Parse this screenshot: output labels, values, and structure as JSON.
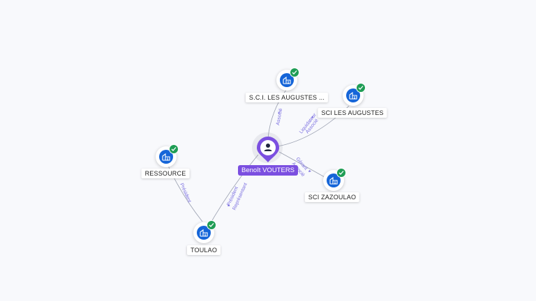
{
  "person": {
    "name": "Benoît VOUTERS",
    "icon": "person-pin-icon"
  },
  "companies": {
    "sci_augustes_dots": {
      "label": "S.C.I. LES AUGUSTES ...",
      "icon": "building-icon",
      "verified": true
    },
    "sci_les_augustes": {
      "label": "SCI LES AUGUSTES",
      "icon": "building-icon",
      "verified": true
    },
    "sci_zazoulao": {
      "label": "SCI ZAZOULAO",
      "icon": "building-icon",
      "verified": true
    },
    "ressource": {
      "label": "RESSOURCE",
      "icon": "building-icon",
      "verified": true
    },
    "toulao": {
      "label": "TOULAO",
      "icon": "building-icon",
      "verified": true
    }
  },
  "edges": {
    "to_sci_augustes_dots": {
      "role": "Associé"
    },
    "to_sci_les_augustes": {
      "role1": "Liquidateur",
      "role2": "Associé"
    },
    "to_sci_zazoulao": {
      "role1": "Gérant",
      "role2": "Associé"
    },
    "to_toulao": {
      "role1": "Président",
      "role2": "Représentant"
    },
    "toulao_to_ressource": {
      "role": "Président"
    }
  },
  "colors": {
    "accent": "#7b4fe0",
    "building": "#1565d8",
    "verified": "#1f9d55",
    "edge": "#9aa0b0",
    "edge_text": "#7a6ee0"
  }
}
